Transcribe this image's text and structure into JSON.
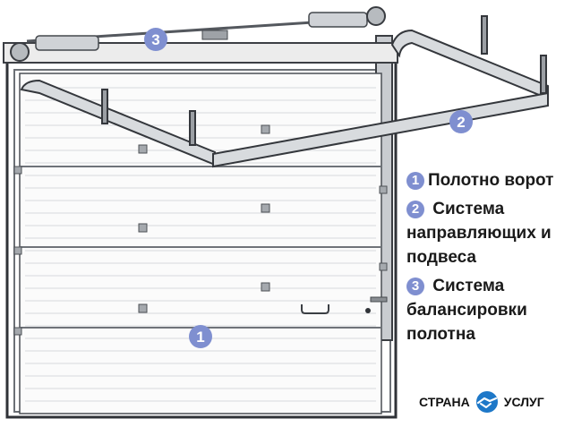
{
  "diagram": {
    "markers": [
      {
        "number": "1",
        "label": "Полотно ворот"
      },
      {
        "number": "2",
        "label": "Система направляющих и подвеса"
      },
      {
        "number": "3",
        "label": "Система балансировки полотна"
      }
    ]
  },
  "legend": {
    "items": [
      {
        "number": "1",
        "lines": [
          "Полотно ворот"
        ]
      },
      {
        "number": "2",
        "lines": [
          "Система",
          "направляющих и",
          "подвеса"
        ]
      },
      {
        "number": "3",
        "lines": [
          "Система",
          "балансировки",
          "полотна"
        ]
      }
    ]
  },
  "logo": {
    "left": "СТРАНА",
    "right": "УСЛУГ",
    "icon": "handshake-icon"
  },
  "colors": {
    "marker": "#7f8fd0",
    "frame": "#3a3d42",
    "panel": "#ffffff",
    "logo_blue": "#1e78c8"
  }
}
